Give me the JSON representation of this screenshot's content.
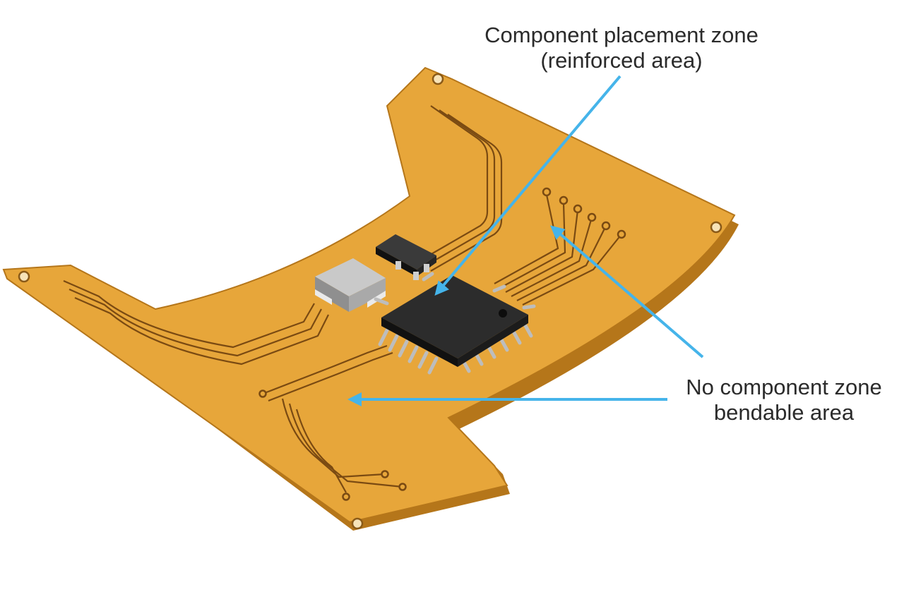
{
  "annotations": {
    "component_zone": {
      "line1": "Component placement zone",
      "line2": "(reinforced area)"
    },
    "bendable_zone": {
      "line1": "No component zone",
      "line2": "bendable area"
    }
  },
  "colors": {
    "board": "#e7a63a",
    "board_edge": "#b5761a",
    "trace": "#7a4a12",
    "chip": "#222222",
    "inductor": "#b9b9b9",
    "arrow": "#45b4ea",
    "text": "#2b2b2b"
  }
}
